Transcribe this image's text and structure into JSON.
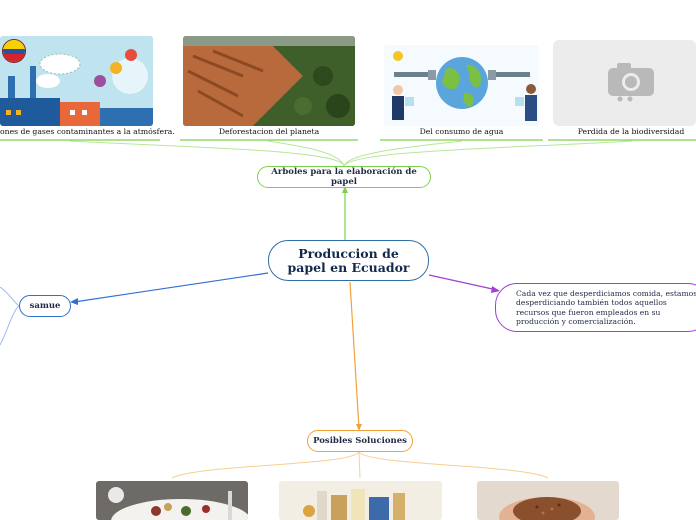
{
  "central": {
    "line1": "Produccion de",
    "line2": "papel en Ecuador"
  },
  "top_branch": {
    "label": "Arboles para la elaboración de papel",
    "items": [
      {
        "caption": "ones de gases contaminantes a la atmósfera.",
        "image": "factory-pollution-illustration"
      },
      {
        "caption": "Deforestacion del planeta",
        "image": "deforestation-aerial-photo"
      },
      {
        "caption": "Del consumo de agua",
        "image": "water-consumption-illustration"
      },
      {
        "caption": "Perdida de la biodiversidad",
        "image": "camera-placeholder-icon"
      }
    ]
  },
  "left_branch": {
    "label": "samue"
  },
  "right_note": {
    "text": "Cada vez que desperdiciamos comida, estamos desperdiciando también todos aquellos recursos que fueron empleados en su producción y comercialización."
  },
  "bottom_branch": {
    "label": "Posibles Soluciones",
    "images": [
      "plate-food-photo",
      "food-products-photo",
      "hands-seeds-photo"
    ]
  },
  "colors": {
    "central": "#2f6fa8",
    "top": "#7bd24a",
    "left": "#2f6fd0",
    "right": "#a13fd6",
    "bottom": "#f0a23a"
  }
}
